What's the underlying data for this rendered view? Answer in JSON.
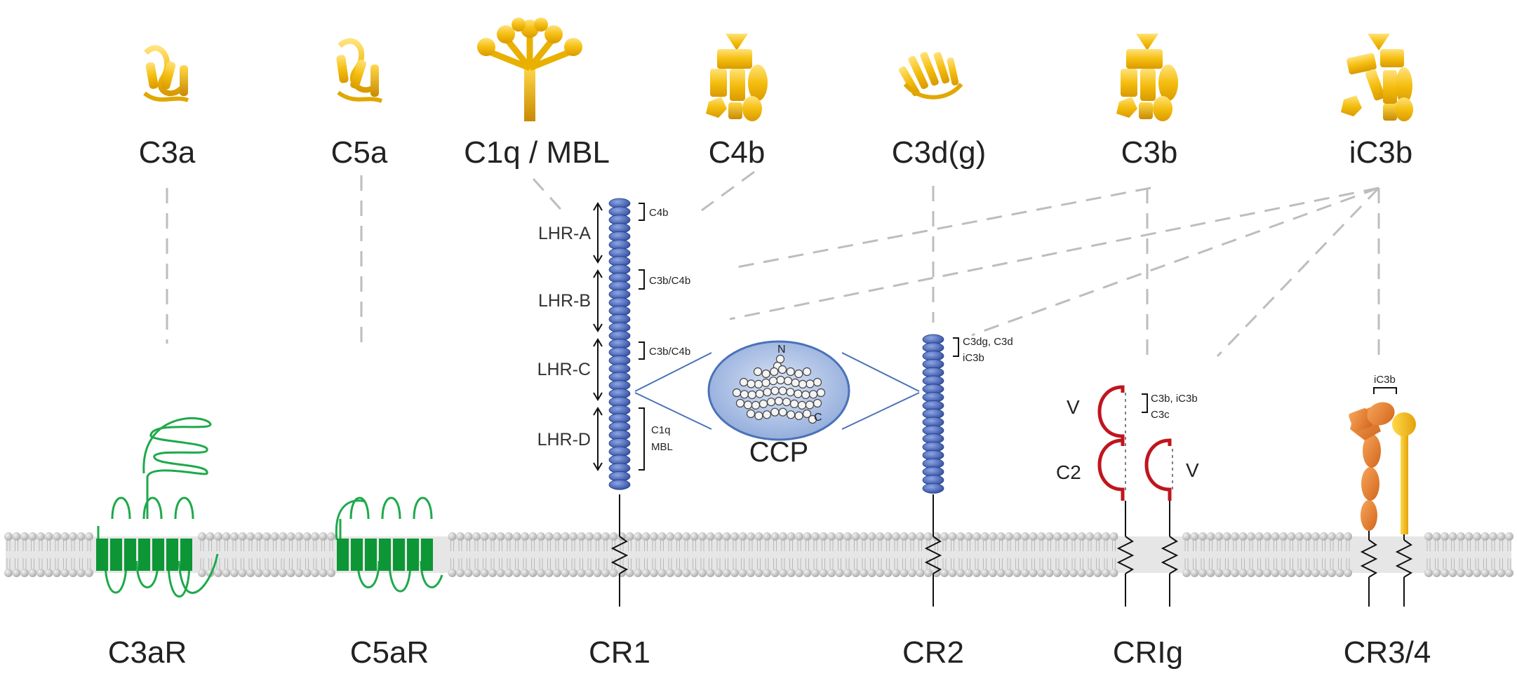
{
  "ligands": [
    {
      "label": "C3a",
      "icon": "c3a-structure-icon"
    },
    {
      "label": "C5a",
      "icon": "c5a-structure-icon"
    },
    {
      "label": "C1q / MBL",
      "icon": "c1q-bouquet-icon"
    },
    {
      "label": "C4b",
      "icon": "c4b-structure-icon"
    },
    {
      "label": "C3d(g)",
      "icon": "c3dg-structure-icon"
    },
    {
      "label": "C3b",
      "icon": "c3b-structure-icon"
    },
    {
      "label": "iC3b",
      "icon": "ic3b-structure-icon"
    }
  ],
  "receptors": [
    {
      "label": "C3aR"
    },
    {
      "label": "C5aR"
    },
    {
      "label": "CR1"
    },
    {
      "label": "CR2"
    },
    {
      "label": "CRIg"
    },
    {
      "label": "CR3/4"
    }
  ],
  "cr1": {
    "regions": [
      "LHR-A",
      "LHR-B",
      "LHR-C",
      "LHR-D"
    ],
    "binding": [
      "C4b",
      "C3b/C4b",
      "C3b/C4b",
      "C1q",
      "MBL"
    ]
  },
  "ccp": {
    "label": "CCP",
    "n_terminus": "N",
    "c_terminus": "C"
  },
  "cr2": {
    "binding_line1": "C3dg, C3d",
    "binding_line2": "iC3b"
  },
  "crig": {
    "binding_line1": "C3b, iC3b",
    "binding_line2": "C3c",
    "domains": [
      "V",
      "C2",
      "V"
    ]
  },
  "cr34": {
    "binding": "iC3b"
  },
  "colors": {
    "ligand": "#f2b705",
    "ccp_domain": "#4a68b8",
    "gpcr": "#15a03c",
    "crig": "#c0151e",
    "integrin_alpha": "#e07a2a",
    "integrin_beta": "#f0bb14",
    "membrane": "#c8c8c8"
  }
}
